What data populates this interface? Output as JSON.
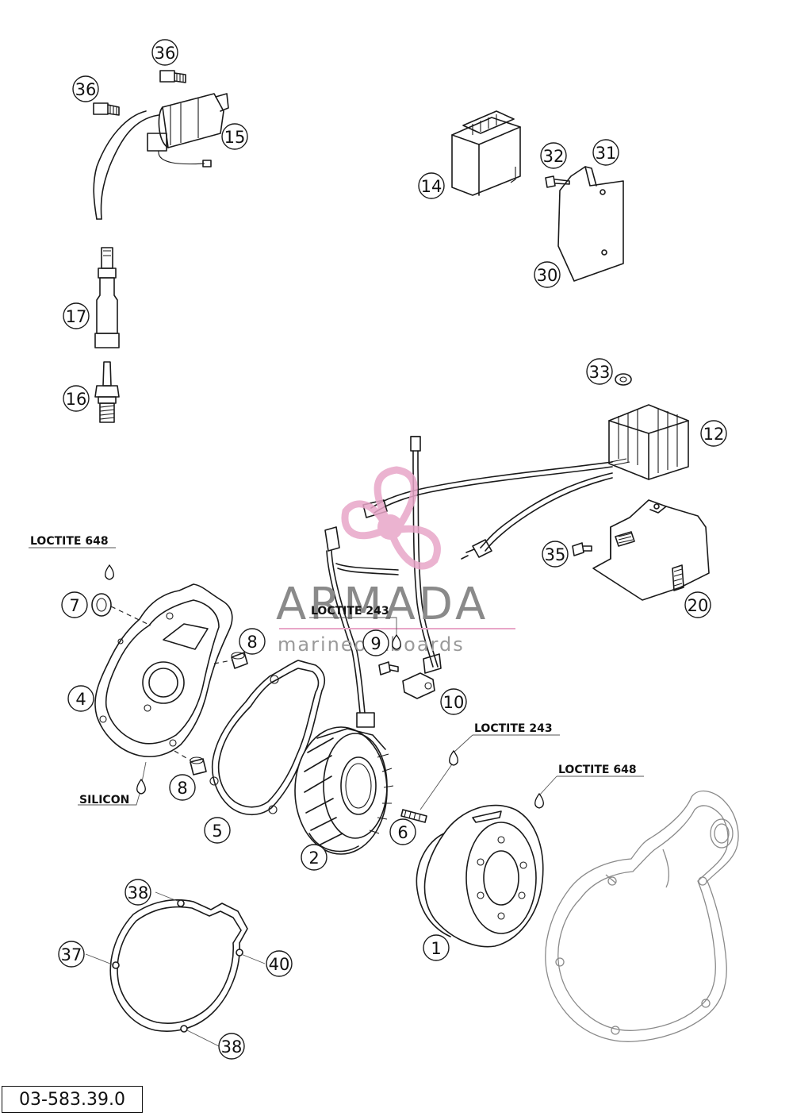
{
  "diagram_ref": "03-583.39.0",
  "watermark": {
    "brand": "ARMADA",
    "tagline": "marineoutboards",
    "logo_icon": "propeller-icon",
    "logo_color": "#e8a6c8"
  },
  "notes": {
    "loctite_648_cover": "LOCTITE 648",
    "loctite_243_harness": "LOCTITE 243",
    "loctite_243_stud": "LOCTITE 243",
    "loctite_648_rotor": "LOCTITE 648",
    "silicon": "SILICON"
  },
  "callouts": [
    "36",
    "36",
    "15",
    "17",
    "16",
    "14",
    "32",
    "31",
    "30",
    "33",
    "12",
    "35",
    "20",
    "7",
    "4",
    "8",
    "8",
    "5",
    "9",
    "10",
    "2",
    "6",
    "1",
    "38",
    "37",
    "40",
    "38"
  ]
}
